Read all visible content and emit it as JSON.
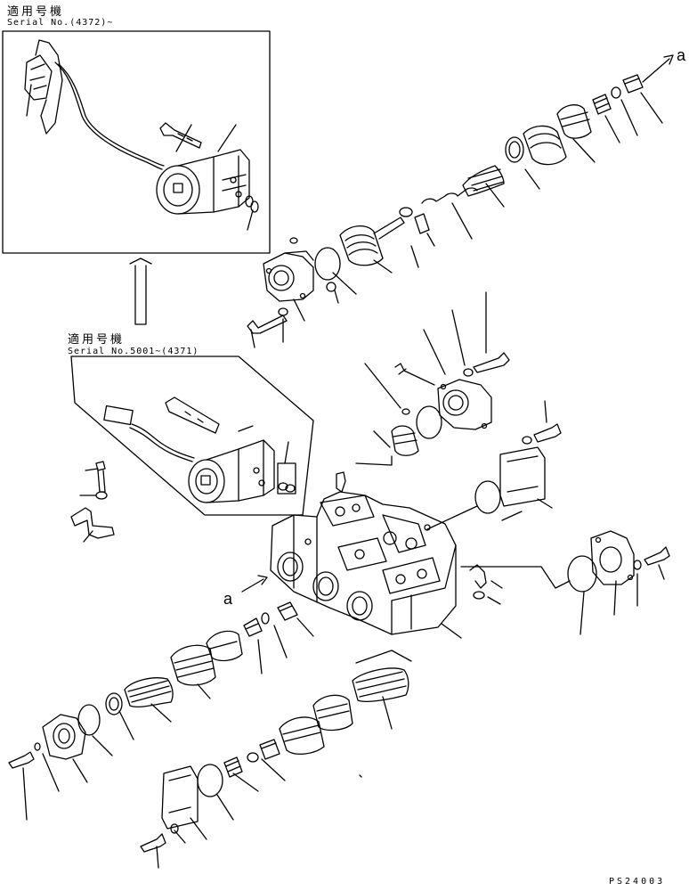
{
  "inset_top": {
    "label_jp": "適用号機",
    "serial": "Serial No.(4372)~"
  },
  "inset_middle": {
    "label_jp": "適用号機",
    "serial": "Serial No.5001~(4371)"
  },
  "callouts": {
    "a_top": "a",
    "a_mid": "a"
  },
  "drawing_code": "PS24003",
  "icons": [
    "arrow-up-icon",
    "arrow-ur-icon",
    "arrow-right-icon"
  ]
}
